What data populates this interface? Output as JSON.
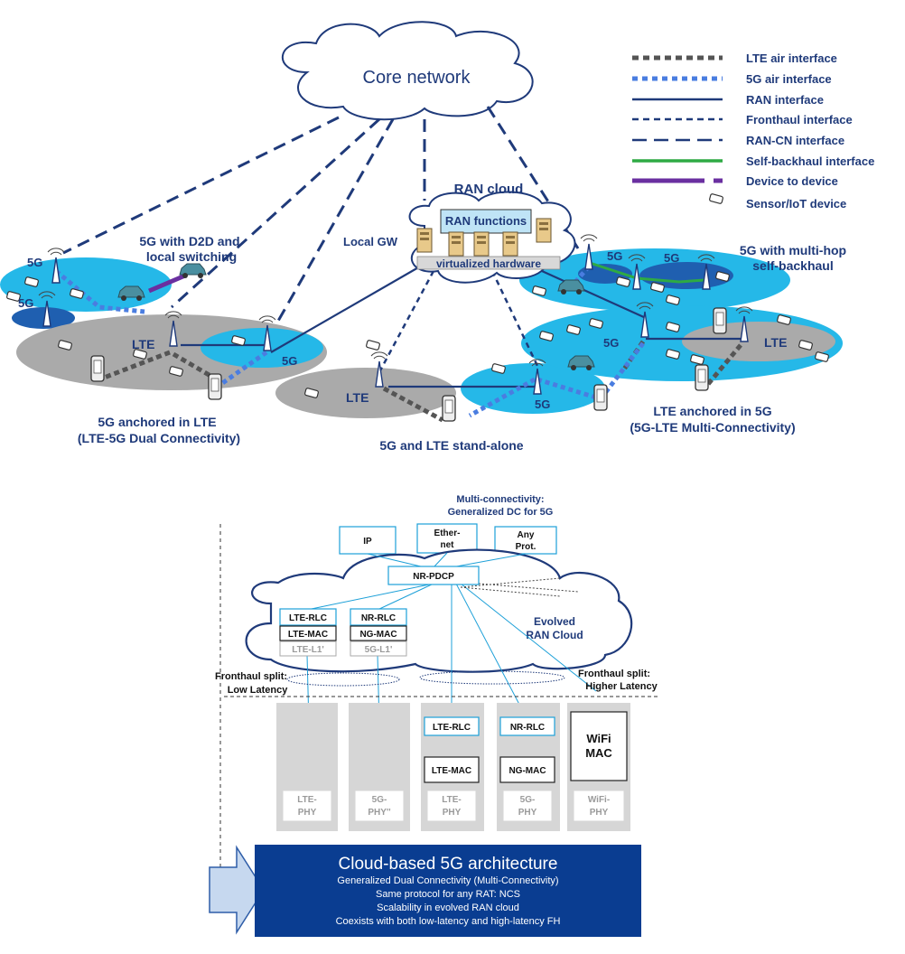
{
  "top": {
    "core_network": "Core network",
    "ran_cloud": "RAN cloud",
    "ran_functions": "RAN functions",
    "virtualized_hardware": "virtualized hardware",
    "local_gw": "Local GW",
    "d2d_line1": "5G with D2D and",
    "d2d_line2": "local switching",
    "multihop_line1": "5G with multi-hop",
    "multihop_line2": "self-backhaul",
    "label_5g": "5G",
    "label_lte": "LTE",
    "anchored_lte_line1": "5G anchored in LTE",
    "anchored_lte_line2": "(LTE-5G Dual Connectivity)",
    "standalone": "5G and LTE stand-alone",
    "anchored_5g_line1": "LTE anchored in 5G",
    "anchored_5g_line2": "(5G-LTE Multi-Connectivity)"
  },
  "legend": [
    {
      "label": "LTE air interface",
      "color": "#555555",
      "style": "lte-air"
    },
    {
      "label": "5G air interface",
      "color": "#4a7de0",
      "style": "5g-air"
    },
    {
      "label": "RAN interface",
      "color": "#1f3a7a",
      "style": "solid"
    },
    {
      "label": "Fronthaul interface",
      "color": "#1f3a7a",
      "style": "short-dash"
    },
    {
      "label": "RAN-CN interface",
      "color": "#1f3a7a",
      "style": "long-dash"
    },
    {
      "label": "Self-backhaul interface",
      "color": "#2eaa44",
      "style": "solid"
    },
    {
      "label": "Device to device",
      "color": "#6a2fa0",
      "style": "d2d"
    },
    {
      "label": "Sensor/IoT device",
      "color": "#333333",
      "style": "sensor-icon"
    }
  ],
  "bottom": {
    "multi_conn_line1": "Multi-connectivity:",
    "multi_conn_line2": "Generalized DC for 5G",
    "ip": "IP",
    "ethernet_line1": "Ether-",
    "ethernet_line2": "net",
    "any_line1": "Any",
    "any_line2": "Prot.",
    "nr_pdcp": "NR-PDCP",
    "evolved_line1": "Evolved",
    "evolved_line2": "RAN Cloud",
    "lte_rlc": "LTE-RLC",
    "lte_mac": "LTE-MAC",
    "lte_l1": "LTE-L1'",
    "nr_rlc": "NR-RLC",
    "ng_mac": "NG-MAC",
    "g5_l1": "5G-L1'",
    "fh_low_line1": "Fronthaul split:",
    "fh_low_line2": "Low Latency",
    "fh_high_line1": "Fronthaul split:",
    "fh_high_line2": "Higher Latency",
    "col_lte_phy_line1": "LTE-",
    "col_lte_phy_line2": "PHY",
    "col_5g_phy_line1": "5G-",
    "col_5g_phy_line2": "PHY''",
    "col_lte_rlc": "LTE-RLC",
    "col_lte_mac": "LTE-MAC",
    "col_lte_phy3_line1": "LTE-",
    "col_lte_phy3_line2": "PHY",
    "col_nr_rlc": "NR-RLC",
    "col_ng_mac": "NG-MAC",
    "col_5g_phy4_line1": "5G-",
    "col_5g_phy4_line2": "PHY",
    "col_wifi_mac_line1": "WiFi",
    "col_wifi_mac_line2": "MAC",
    "col_wifi_phy_line1": "WiFi-",
    "col_wifi_phy_line2": "PHY",
    "banner_title": "Cloud-based 5G architecture",
    "banner_lines": [
      "Generalized Dual Connectivity (Multi-Connectivity)",
      "Same protocol for any RAT: NCS",
      "Scalability in evolved RAN cloud",
      "Coexists with both low-latency and high-latency FH"
    ]
  }
}
